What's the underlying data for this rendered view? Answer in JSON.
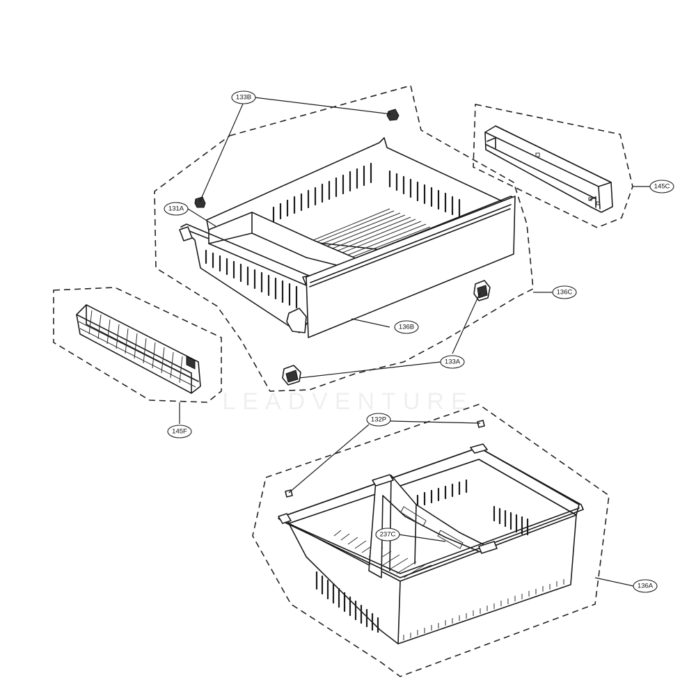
{
  "diagram": {
    "watermark": "LEADVENTURE",
    "callouts": [
      {
        "id": "133B",
        "label": "133B"
      },
      {
        "id": "145C",
        "label": "145C"
      },
      {
        "id": "131A",
        "label": "131A"
      },
      {
        "id": "136C",
        "label": "136C"
      },
      {
        "id": "136B",
        "label": "136B"
      },
      {
        "id": "133A",
        "label": "133A"
      },
      {
        "id": "145F",
        "label": "145F"
      },
      {
        "id": "132P",
        "label": "132P"
      },
      {
        "id": "237C",
        "label": "237C"
      },
      {
        "id": "136A",
        "label": "136A"
      }
    ]
  }
}
